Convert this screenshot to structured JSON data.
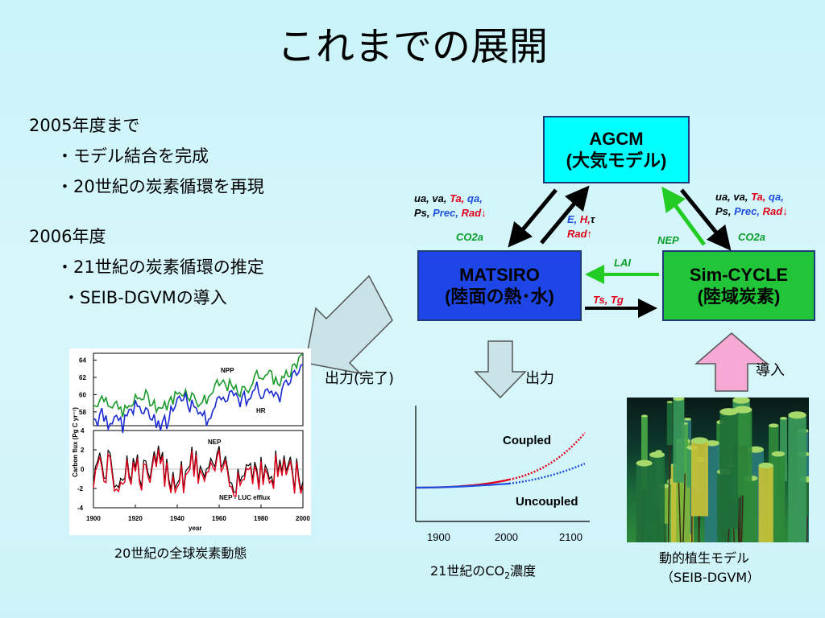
{
  "title": "これまでの展開",
  "left_text": {
    "y2005": "2005年度まで",
    "item1": "・モデル結合を完成",
    "item2": "・20世紀の炭素循環を再現",
    "y2006": "2006年度",
    "item3": "・21世紀の炭素循環の推定",
    "item4": "・SEIB-DGVMの導入"
  },
  "boxes": {
    "agcm": {
      "line1": "AGCM",
      "line2": "(大気モデル)"
    },
    "matsiro": {
      "line1": "MATSIRO",
      "line2": "(陸面の熱･水)"
    },
    "simcycle": {
      "line1": "Sim-CYCLE",
      "line2": "(陸域炭素)"
    }
  },
  "var_labels": {
    "ua_va": "ua, va,",
    "ta": "Ta,",
    "qa": "qa,",
    "ps": "Ps,",
    "prec": "Prec,",
    "rad_down": "Rad↓",
    "co2a": "CO2a",
    "e": "E,",
    "h": "H,",
    "tau": "τ",
    "rad_up": "Rad↑",
    "nep": "NEP",
    "lai": "LAI",
    "ts_tg": "Ts, Tg"
  },
  "output_label_done": "出力(完了)",
  "output_label": "出力",
  "intro_label": "導入",
  "caption_20c": "20世紀の全球炭素動態",
  "caption_21c_pre": "21世紀のCO",
  "caption_21c_sub": "2",
  "caption_21c_post": "濃度",
  "caption_dgvm_1": "動的植生モデル",
  "caption_dgvm_2": "（SEIB-DGVM）",
  "flux_chart": {
    "ylabel": "Carbon flux (Pg C yr⁻¹)",
    "xlabel": "year",
    "x_ticks": [
      "1900",
      "1920",
      "1940",
      "1960",
      "1980",
      "2000"
    ],
    "top_y_ticks": [
      "64",
      "62",
      "60",
      "58"
    ],
    "bottom_y_ticks": [
      "4",
      "2",
      "0",
      "-2",
      "-4"
    ],
    "npp_label": "NPP",
    "hr_label": "HR",
    "nep_label": "NEP",
    "nep_luc_label": "NEP - LUC efflux"
  },
  "co2_chart": {
    "x_ticks": [
      "1900",
      "2000",
      "2100"
    ],
    "coupled_label": "Coupled",
    "uncoupled_label": "Uncoupled"
  },
  "colors": {
    "agcm": "#00ffff",
    "matsiro": "#1e46e6",
    "simcycle": "#22c43a",
    "accent_red": "#e0001a",
    "accent_blue": "#1f4fe0",
    "accent_green": "#0a9e2a",
    "npp_line": "#1a9a2a",
    "hr_line": "#1a2ad0"
  }
}
